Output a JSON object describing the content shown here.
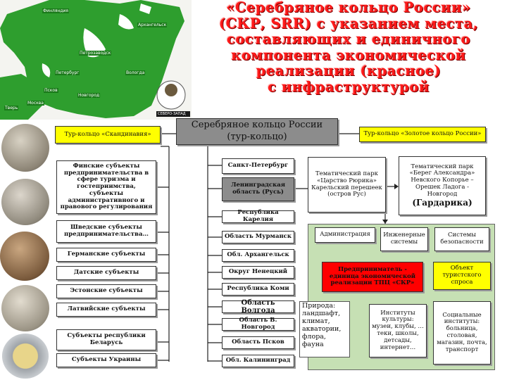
{
  "title": {
    "lines": [
      "«Серебряное кольцо России»",
      "(СКР, SRR) с указанием места,",
      "составляющих и единичного",
      "компонента экономической",
      "реализации (красное)",
      "с инфраструктурой"
    ]
  },
  "map": {
    "labels": [
      "Финляндия",
      "Архангельск",
      "Петрозаводск",
      "Петербург",
      "Вологда",
      "Псков",
      "Новгород",
      "Москва",
      "Тверь"
    ],
    "stamp_text": "СЕВЕРО-ЗАПАД"
  },
  "diagram": {
    "center": {
      "line1": "Серебряное кольцо России",
      "line2": "(тур-кольцо)"
    },
    "left_top": "Тур-кольцо «Скандинавия»",
    "right_top": "Тур-кольцо «Золотое кольцо России»",
    "left_boxes": [
      "Финские субъекты предпринимательства в сфере туризма и гостеприимства, субъекты административного и правового регулирования",
      "Шведские субъекты предпринимательства…",
      "Германские субъекты",
      "Датские субъекты",
      "Эстонские субъекты",
      "Латвийские субъекты",
      "Субъекты республики Беларусь",
      "Субъекты Украины"
    ],
    "regions": [
      "Санкт-Петербург",
      "Ленинградская область (Русь)",
      "Республика Карелия",
      "Область Мурманск",
      "Обл. Архангельск",
      "Округ Ненецкий",
      "Республика Коми",
      "Область Волгода",
      "Область В. Новгород",
      "Область Псков",
      "Обл. Калининград"
    ],
    "park1": "Тематический парк «Царство Рюрика» Карельский перешеек (остров Рус)",
    "park2": {
      "text": "Тематический парк «Берег Александра» Невского Копорье – Орешек Ладога - Новгород",
      "big": "(Гардарика)"
    },
    "components": {
      "admin": "Администрация",
      "engineering": "Инженерные системы",
      "security": "Системы безопасности",
      "entrepreneur": "Предприниматель - единица экономической реализации ТПЦ «СКР»",
      "tourist_object": "Объект туристского спроса",
      "nature": "Природа: ландшафт, климат, акватории, флора, фауна",
      "culture": "Институты культуры: музеи, клубы, …теки, школы, детсады, интернет…",
      "social": "Социальные институты: больница, столовая, магазин, почта, транспорт"
    }
  },
  "colors": {
    "title_red": "#ff1a1a",
    "center_gray": "#8c8c8c",
    "yellow": "#ffff00",
    "red": "#ff0000",
    "green_panel": "#c6e0b4",
    "map_green": "#2e9e2e"
  },
  "icons": [
    "map-image",
    "coin-image"
  ]
}
